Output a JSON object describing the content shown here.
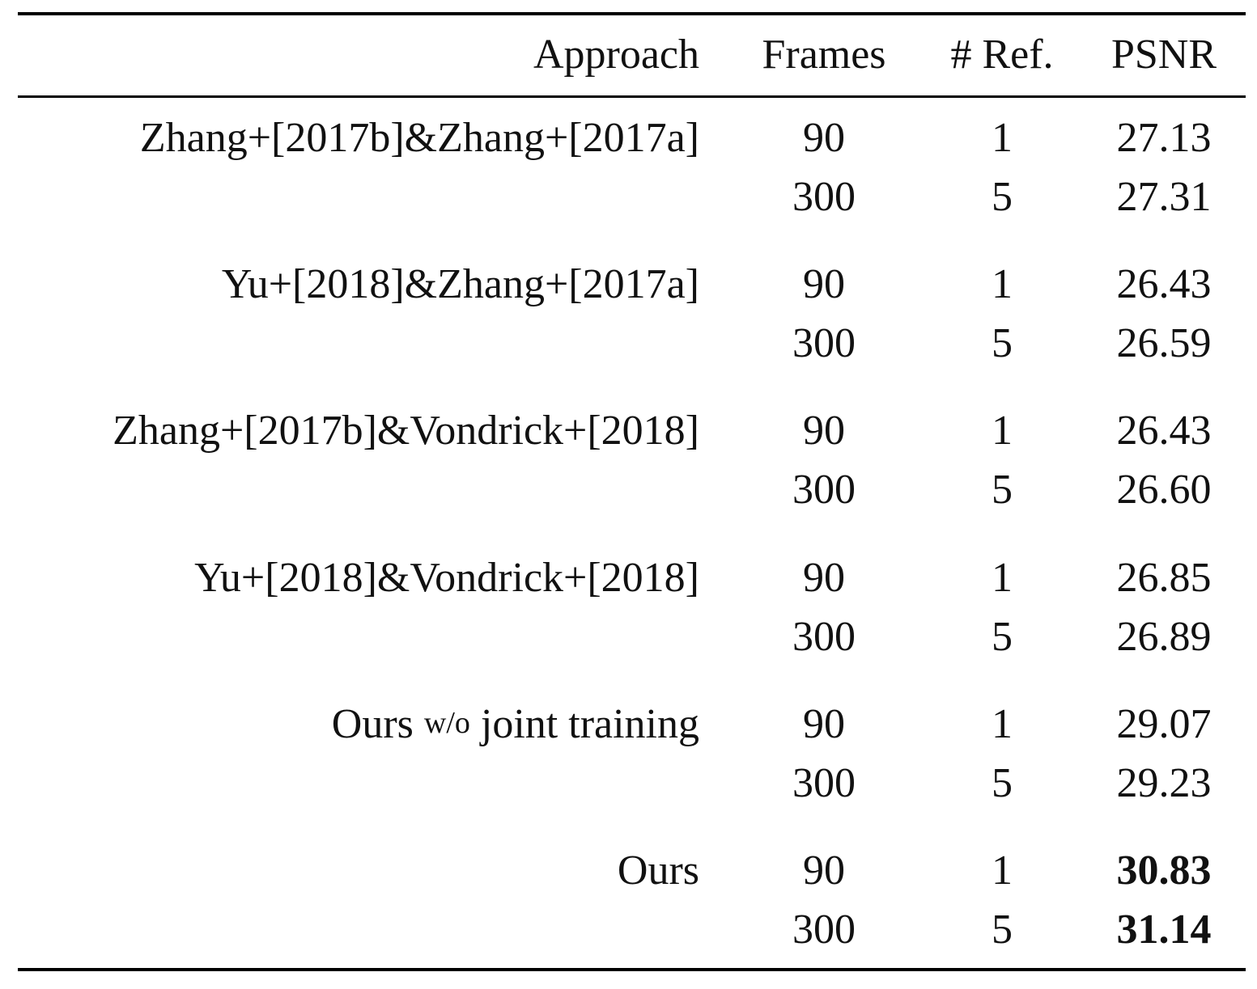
{
  "table": {
    "headers": {
      "approach": "Approach",
      "frames": "Frames",
      "ref": "# Ref.",
      "psnr": "PSNR"
    },
    "groups": [
      {
        "approach": "Zhang+[2017b]&Zhang+[2017a]",
        "rows": [
          {
            "frames": "90",
            "ref": "1",
            "psnr": "27.13"
          },
          {
            "frames": "300",
            "ref": "5",
            "psnr": "27.31"
          }
        ]
      },
      {
        "approach": "Yu+[2018]&Zhang+[2017a]",
        "rows": [
          {
            "frames": "90",
            "ref": "1",
            "psnr": "26.43"
          },
          {
            "frames": "300",
            "ref": "5",
            "psnr": "26.59"
          }
        ]
      },
      {
        "approach": "Zhang+[2017b]&Vondrick+[2018]",
        "rows": [
          {
            "frames": "90",
            "ref": "1",
            "psnr": "26.43"
          },
          {
            "frames": "300",
            "ref": "5",
            "psnr": "26.60"
          }
        ]
      },
      {
        "approach": "Yu+[2018]&Vondrick+[2018]",
        "rows": [
          {
            "frames": "90",
            "ref": "1",
            "psnr": "26.85"
          },
          {
            "frames": "300",
            "ref": "5",
            "psnr": "26.89"
          }
        ]
      },
      {
        "approach_parts": {
          "pre": "Ours ",
          "wo": "w/o",
          "post": " joint training"
        },
        "rows": [
          {
            "frames": "90",
            "ref": "1",
            "psnr": "29.07"
          },
          {
            "frames": "300",
            "ref": "5",
            "psnr": "29.23"
          }
        ]
      },
      {
        "approach": "Ours",
        "rows": [
          {
            "frames": "90",
            "ref": "1",
            "psnr": "30.83"
          },
          {
            "frames": "300",
            "ref": "5",
            "psnr": "31.14"
          }
        ]
      }
    ]
  }
}
